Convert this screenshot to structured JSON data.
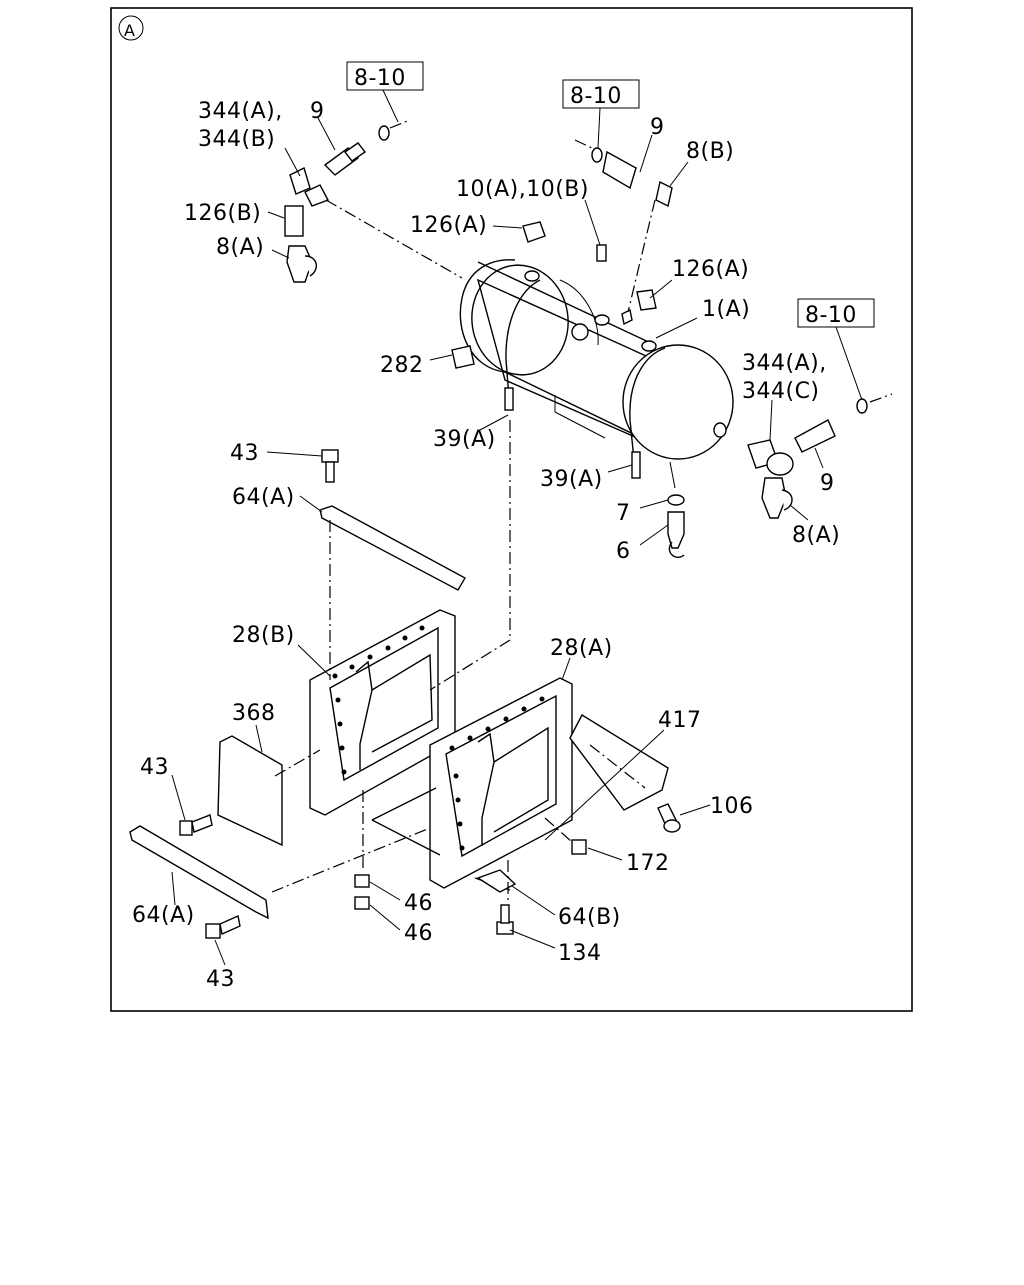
{
  "view_marker": "A",
  "section_refs": [
    "8-10",
    "8-10",
    "8-10"
  ],
  "callouts": [
    "344(A),",
    "9",
    "344(B)",
    "126(B)",
    "8(A)",
    "10(A),10(B)",
    "126(A)",
    "9",
    "8(B)",
    "126(A)",
    "1(A)",
    "282",
    "39(A)",
    "39(A)",
    "344(A),",
    "344(C)",
    "9",
    "8(A)",
    "43",
    "64(A)",
    "7",
    "6",
    "28(B)",
    "28(A)",
    "368",
    "417",
    "43",
    "106",
    "172",
    "64(A)",
    "46",
    "46",
    "64(B)",
    "134",
    "43"
  ]
}
